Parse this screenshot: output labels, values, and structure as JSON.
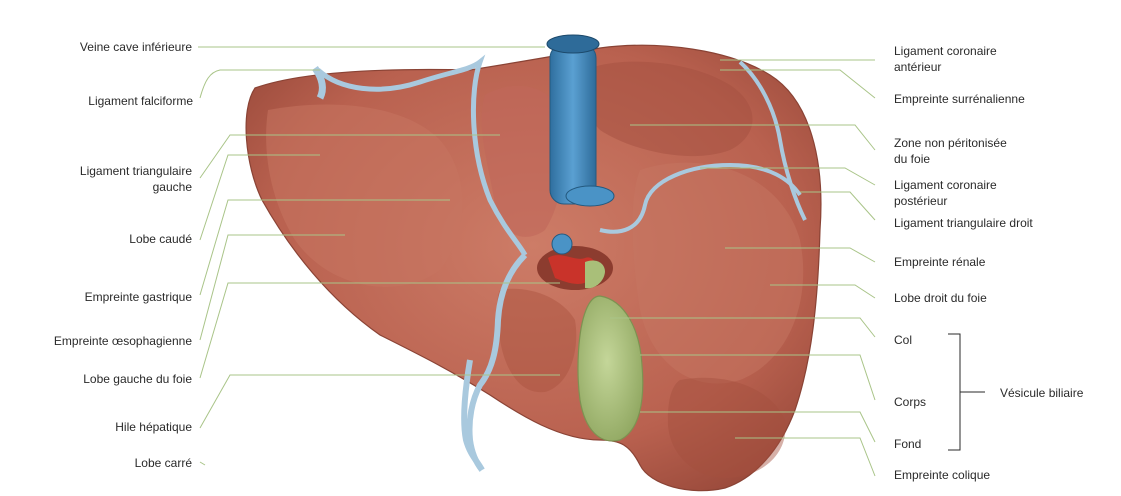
{
  "labels_left": [
    {
      "id": "veine-cave",
      "text": "Veine cave inférieure"
    },
    {
      "id": "lig-falciforme",
      "text": "Ligament falciforme"
    },
    {
      "id": "lig-tri-gauche-1",
      "text": "Ligament triangulaire"
    },
    {
      "id": "lig-tri-gauche-2",
      "text": "gauche"
    },
    {
      "id": "lobe-caude",
      "text": "Lobe caudé"
    },
    {
      "id": "empreinte-gastrique",
      "text": "Empreinte gastrique"
    },
    {
      "id": "empreinte-oeso",
      "text": "Empreinte œsophagienne"
    },
    {
      "id": "lobe-gauche",
      "text": "Lobe gauche du foie"
    },
    {
      "id": "hile",
      "text": "Hile hépatique"
    },
    {
      "id": "lobe-carre",
      "text": "Lobe carré"
    }
  ],
  "labels_right": [
    {
      "id": "lig-cor-ant-1",
      "text": "Ligament coronaire"
    },
    {
      "id": "lig-cor-ant-2",
      "text": "antérieur"
    },
    {
      "id": "empreinte-surr",
      "text": "Empreinte surrénalienne"
    },
    {
      "id": "zone-np-1",
      "text": "Zone non péritonisée"
    },
    {
      "id": "zone-np-2",
      "text": "du foie"
    },
    {
      "id": "lig-cor-post-1",
      "text": "Ligament coronaire"
    },
    {
      "id": "lig-cor-post-2",
      "text": "postérieur"
    },
    {
      "id": "lig-tri-droit",
      "text": "Ligament triangulaire droit"
    },
    {
      "id": "empreinte-renale",
      "text": "Empreinte rénale"
    },
    {
      "id": "lobe-droit",
      "text": "Lobe droit du foie"
    },
    {
      "id": "col",
      "text": "Col"
    },
    {
      "id": "corps",
      "text": "Corps"
    },
    {
      "id": "fond",
      "text": "Fond"
    },
    {
      "id": "empreinte-colique",
      "text": "Empreinte colique"
    }
  ],
  "group_label": "Vésicule biliaire",
  "colors": {
    "liver": "#b9614f",
    "liver_light": "#cf8572",
    "liver_shadow": "#97493a",
    "vessel": "#3f86bd",
    "ligament": "#a9c9de",
    "gallbladder": "#a9bf79",
    "leader": "#a9c488",
    "artery": "#c9332a"
  }
}
